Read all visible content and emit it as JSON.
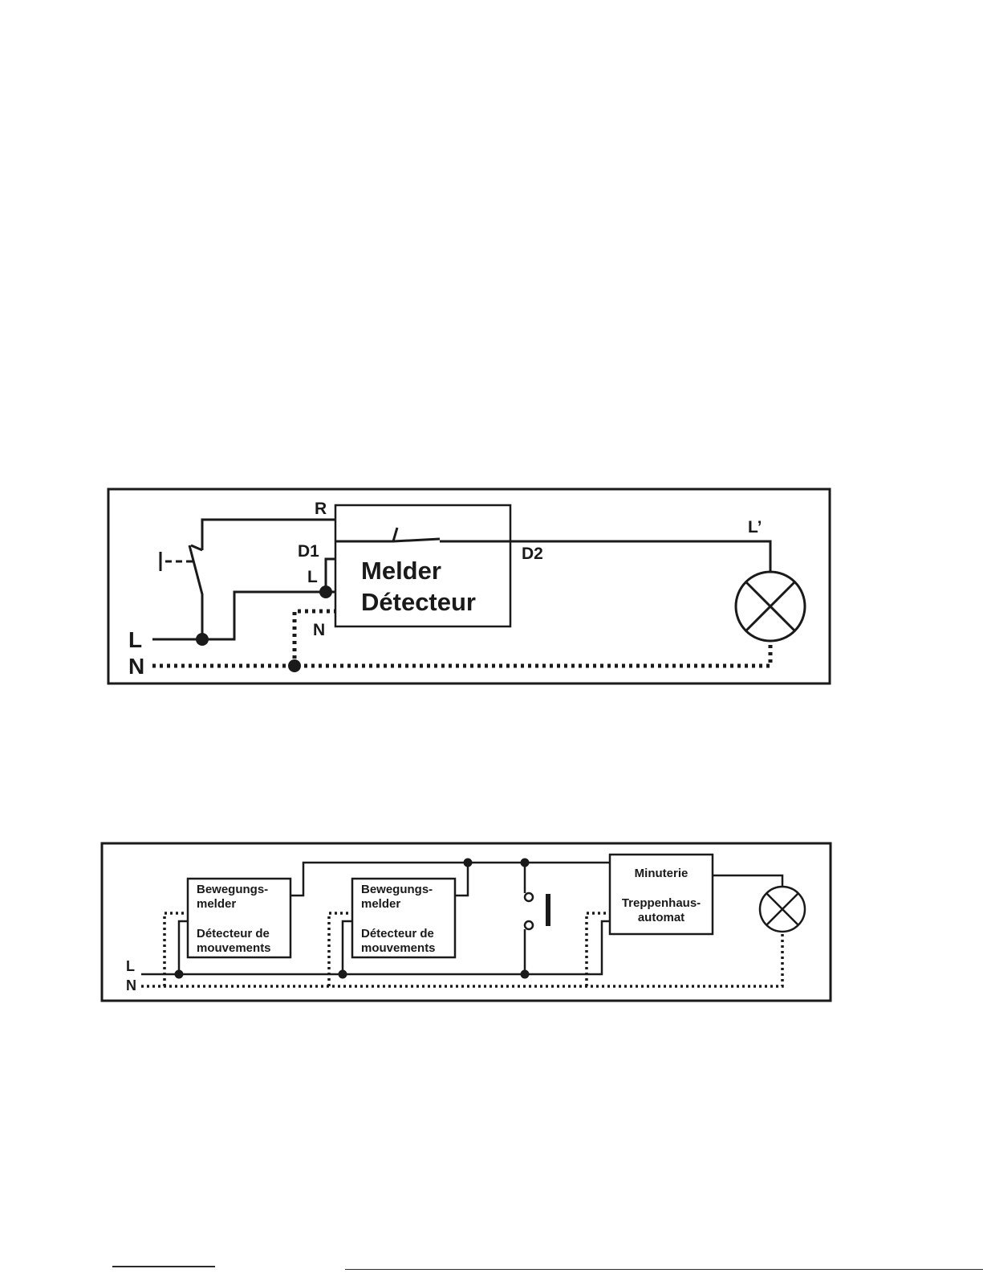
{
  "diagram1": {
    "labels": {
      "r": "R",
      "d1": "D1",
      "l_terminal": "L",
      "n_terminal": "N",
      "d2": "D2",
      "l_prime": "L’",
      "l_line": "L",
      "n_line": "N"
    },
    "box": {
      "line1": "Melder",
      "line2": "Détecteur"
    }
  },
  "diagram2": {
    "labels": {
      "l_line": "L",
      "n_line": "N"
    },
    "detector1": {
      "line1": "Bewegungs-",
      "line2": "melder",
      "line3": "Détecteur de",
      "line4": "mouvements"
    },
    "detector2": {
      "line1": "Bewegungs-",
      "line2": "melder",
      "line3": "Détecteur de",
      "line4": "mouvements"
    },
    "timer": {
      "line1": "Minuterie",
      "line2": "Treppenhaus-",
      "line3": "automat"
    }
  }
}
